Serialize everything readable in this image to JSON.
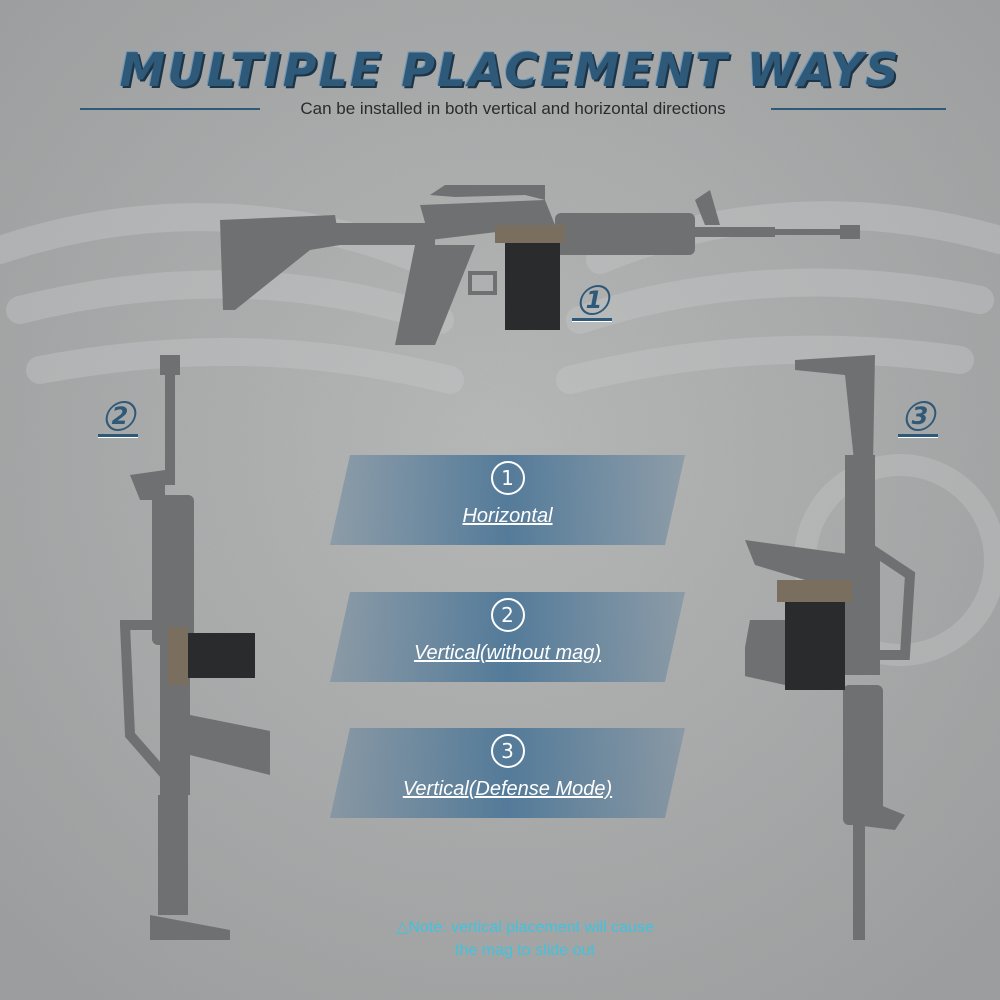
{
  "header": {
    "title": "MULTIPLE PLACEMENT WAYS",
    "subtitle": "Can be installed in both vertical and horizontal directions"
  },
  "markers": [
    {
      "number": "1"
    },
    {
      "number": "2"
    },
    {
      "number": "3"
    }
  ],
  "modes": [
    {
      "number": "1",
      "label": "Horizontal"
    },
    {
      "number": "2",
      "label": "Vertical(without mag)"
    },
    {
      "number": "3",
      "label": "Vertical(Defense Mode)"
    }
  ],
  "note": {
    "line1": "△Note: vertical placement will  cause",
    "line2": "the mag to slide out"
  },
  "colors": {
    "title": "#2f5978",
    "banner": "#4f7898",
    "note": "#3fc3de",
    "gun": "#6f7072",
    "mount": "#2a2b2d"
  },
  "icons": [
    "rifle-horizontal-image",
    "rifle-vertical-image",
    "rifle-vertical-defense-image",
    "wall-mount-image"
  ]
}
